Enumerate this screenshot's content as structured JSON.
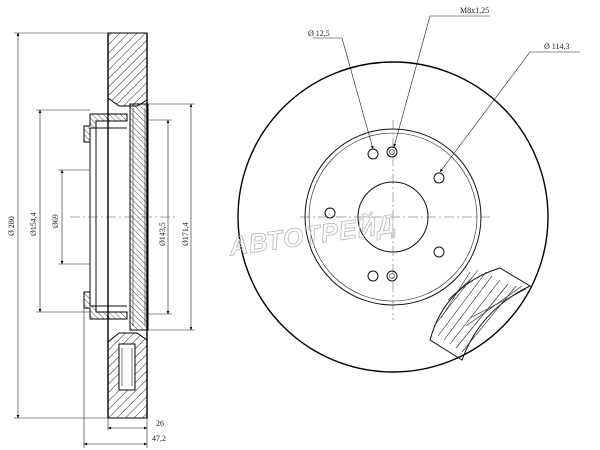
{
  "side_view": {
    "dim_outer_diameter": "Ø 280",
    "dim_154": "Ø154,4",
    "dim_69": "Ø69",
    "dim_143": "Ø143,5",
    "dim_171": "Ø171,4",
    "dim_width_26": "26",
    "dim_height_47": "47,2"
  },
  "front_view": {
    "dim_hole": "Ø 12,5",
    "dim_thread": "M8x1,25",
    "dim_pcd": "Ø 114,3"
  },
  "watermark": "АВТОТРЕЙД"
}
